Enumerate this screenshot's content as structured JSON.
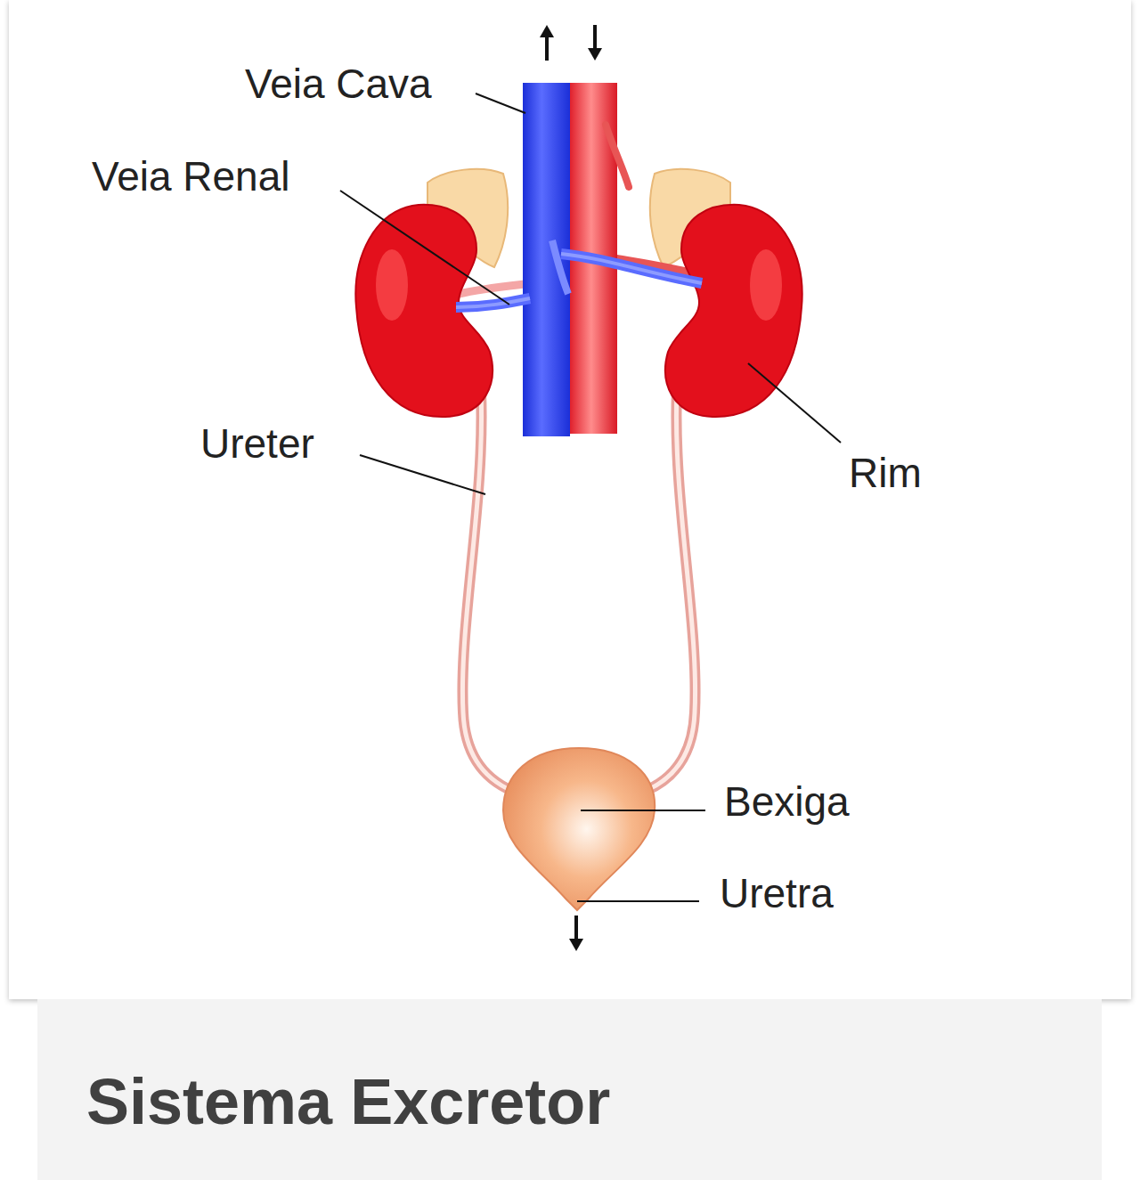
{
  "diagram": {
    "caption": "Sistema Excretor",
    "labels": [
      "Veia Cava",
      "Veia Renal",
      "Ureter",
      "Rim",
      "Bexiga",
      "Uretra"
    ]
  }
}
